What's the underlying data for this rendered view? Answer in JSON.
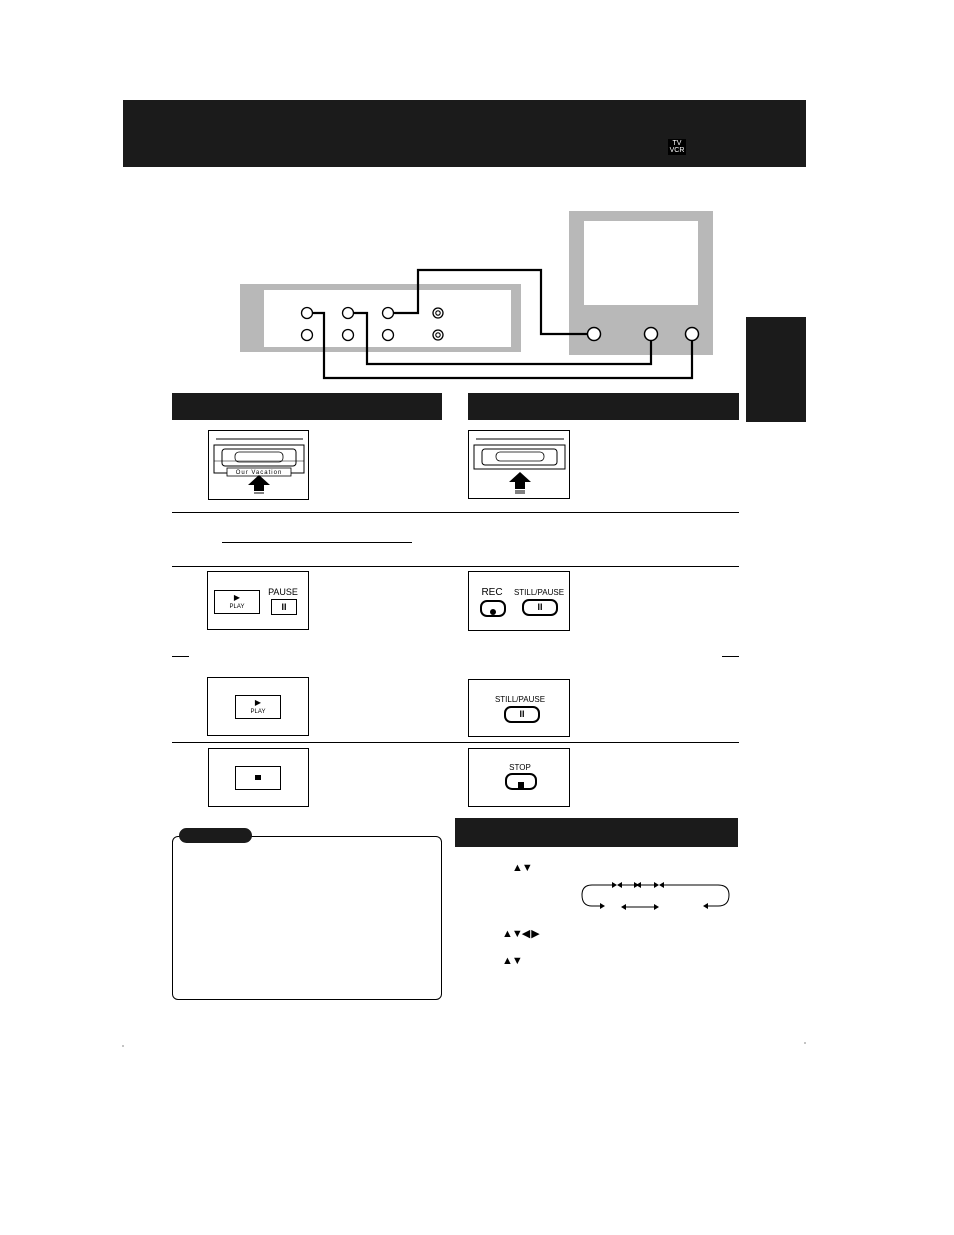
{
  "header": {
    "tv_label": "TV",
    "vcr_label": "VCR"
  },
  "steps": {
    "cassette_label": "Our Vacation",
    "play_label": "PLAY",
    "pause_label": "PAUSE",
    "rec_label": "REC",
    "still_pause_label": "STILL/PAUSE",
    "stop_label": "STOP"
  },
  "nav": {
    "arrows_up_down": "▲▼",
    "arrows_all": "▲▼◀ ▶"
  }
}
